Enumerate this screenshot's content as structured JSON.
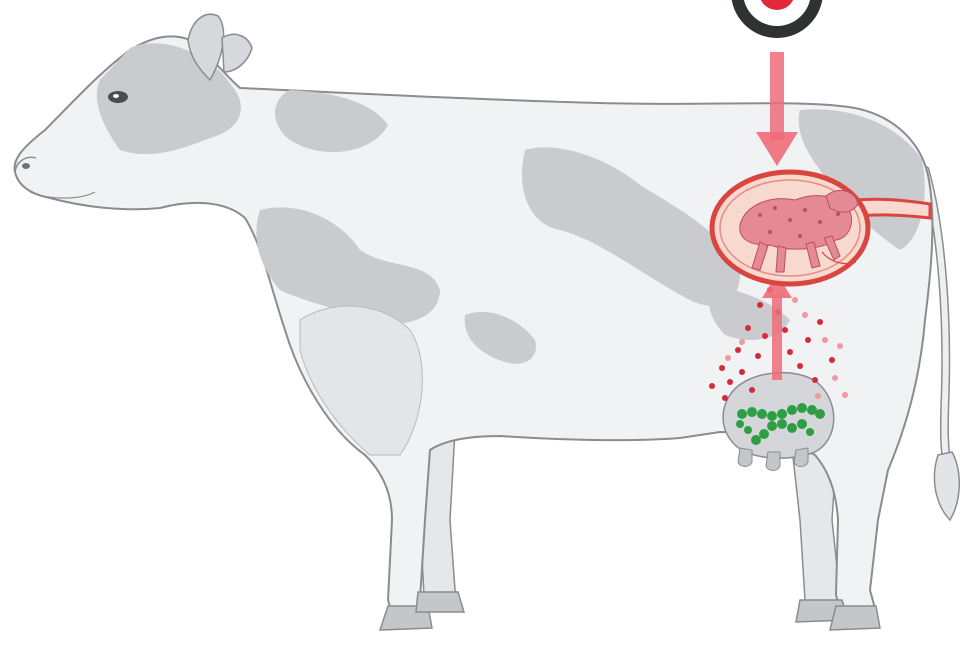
{
  "diagram": {
    "subject": "cow-pregnancy-illustration",
    "colors": {
      "background": "#ffffff",
      "body": "#f1f2f4",
      "outline": "#8a8c90",
      "patch": "#c9cbcf",
      "shade": "#dfe1e4",
      "arrow": "#ef6b78",
      "uterus_fill": "#f7d9cf",
      "uterus_wall": "#d9453f",
      "fetus": "#e58a95",
      "particles": "#d42a3a",
      "particles_light": "#ee98a0",
      "milk_glands": "#2e9e45",
      "target_dark": "#2e3331",
      "target_red": "#e2283b"
    },
    "parts": [
      "target-symbol-icon",
      "down-arrow",
      "uterus",
      "fetus",
      "up-arrow",
      "hormone-particles",
      "udder",
      "mammary-glands"
    ]
  }
}
